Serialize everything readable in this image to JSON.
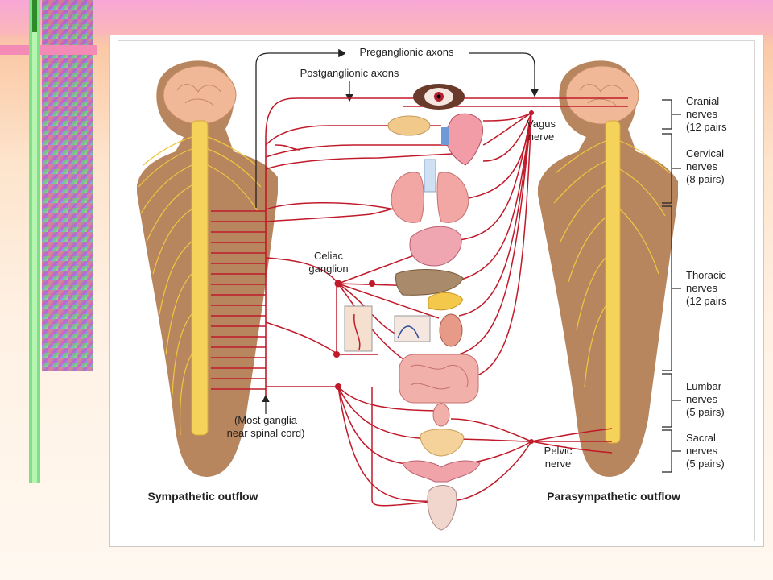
{
  "labels": {
    "preganglionic": "Preganglionic axons",
    "postganglionic": "Postganglionic axons",
    "vagus_line1": "Vagus",
    "vagus_line2": "nerve",
    "celiac_line1": "Celiac",
    "celiac_line2": "ganglion",
    "most_ganglia_line1": "(Most ganglia",
    "most_ganglia_line2": "near spinal cord)",
    "pelvic_line1": "Pelvic",
    "pelvic_line2": "nerve",
    "sympathetic_outflow": "Sympathetic outflow",
    "parasympathetic_outflow": "Parasympathetic outflow"
  },
  "spinal_regions": [
    {
      "lines": [
        "Cranial",
        "nerves",
        "(12 pairs"
      ]
    },
    {
      "lines": [
        "Cervical",
        "nerves",
        "(8 pairs)"
      ]
    },
    {
      "lines": [
        "Thoracic",
        "nerves",
        "(12 pairs"
      ]
    },
    {
      "lines": [
        "Lumbar",
        "nerves",
        "(5 pairs)"
      ]
    },
    {
      "lines": [
        "Sacral",
        "nerves",
        "(5 pairs)"
      ]
    }
  ],
  "colors": {
    "nerve": "#c01a2a",
    "spinal_cord": "#f5d35a",
    "body": "#b8865e",
    "brain": "#f0b896",
    "organ": "#f2a7a5"
  }
}
